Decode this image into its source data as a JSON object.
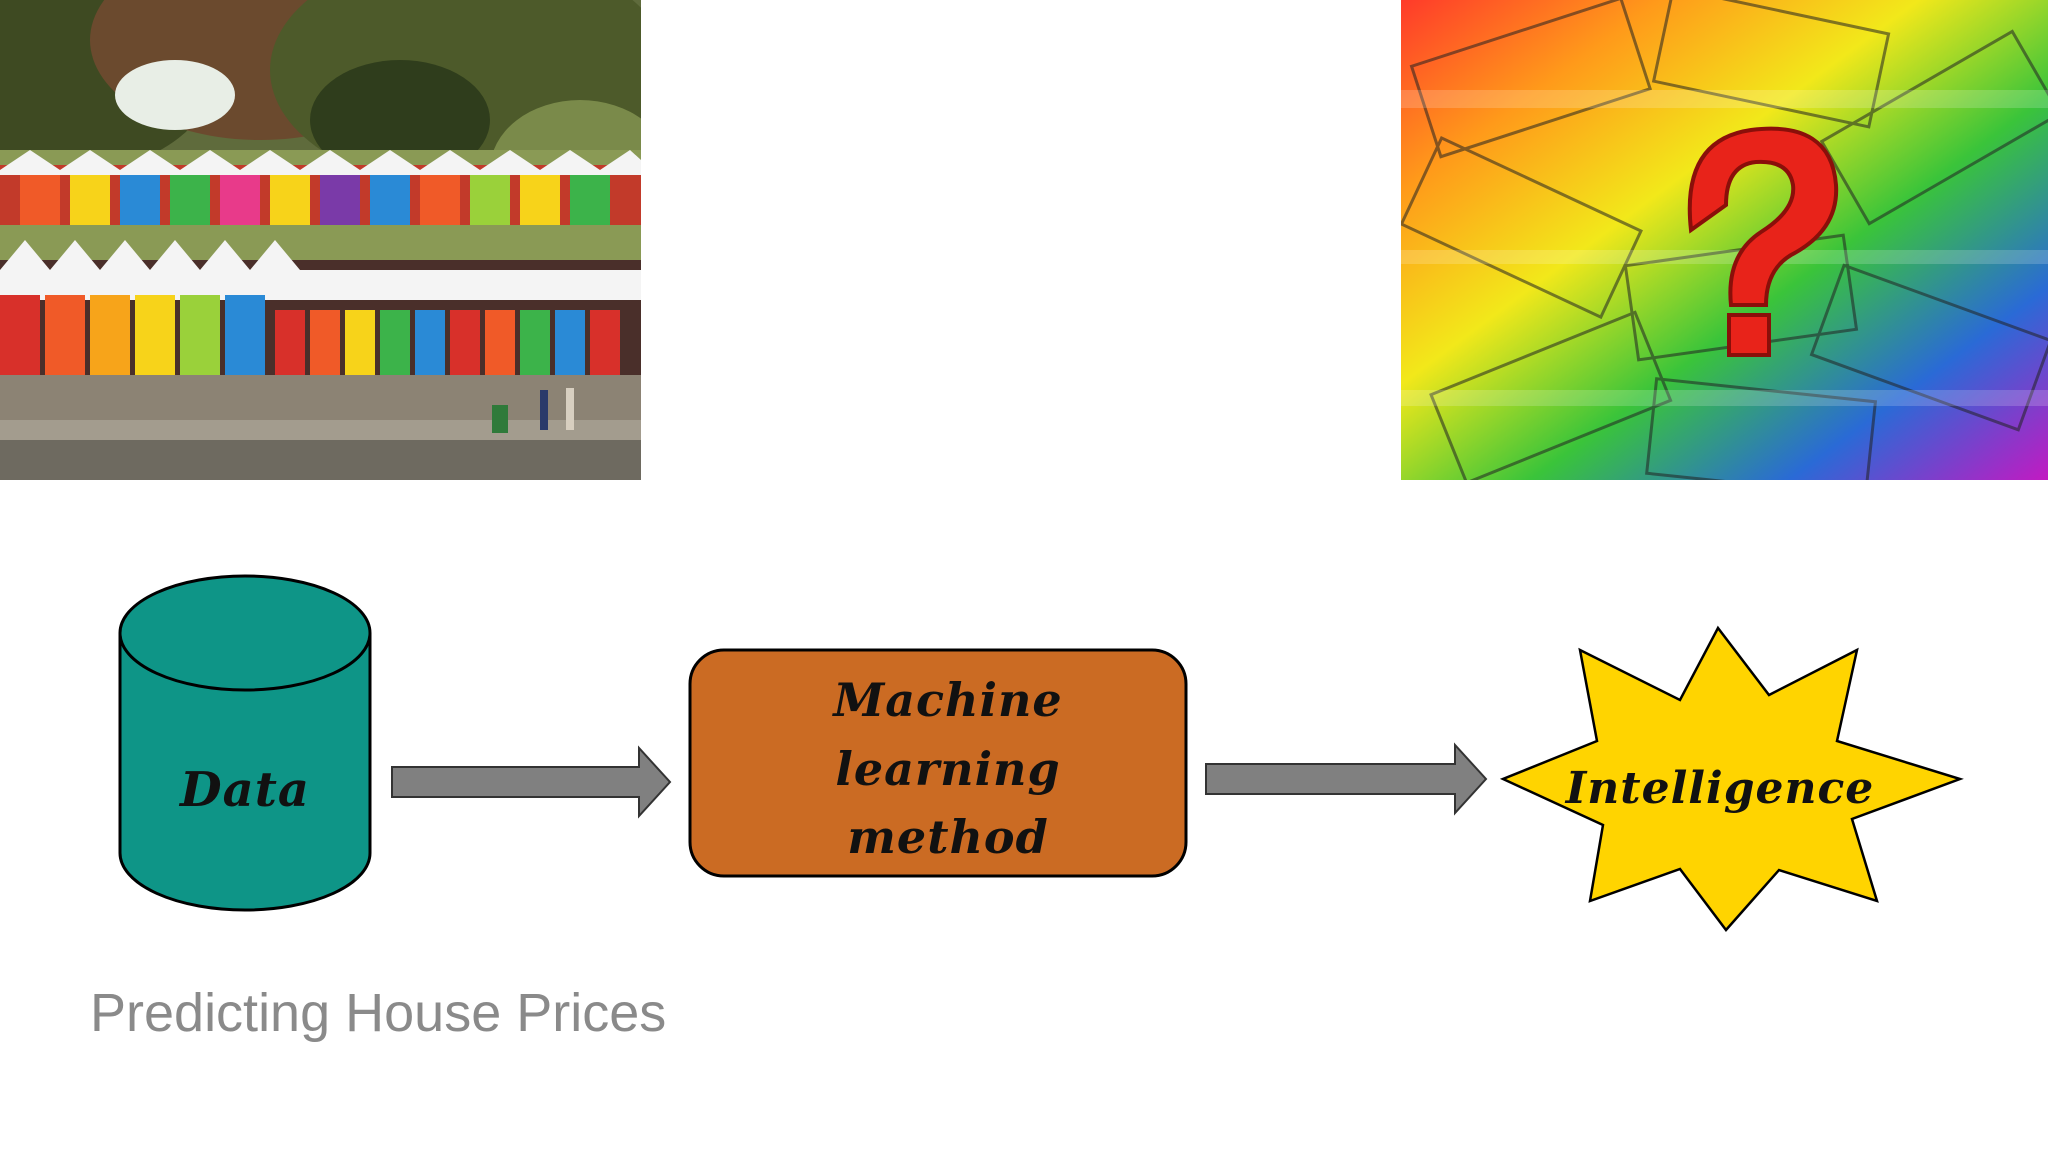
{
  "images": {
    "houses": {
      "description_icon": "colorful-beach-huts-photo"
    },
    "money": {
      "description_icon": "dollar-bills-question-mark-photo"
    }
  },
  "diagram": {
    "nodes": [
      {
        "id": "data",
        "shape": "cylinder",
        "label": "Data",
        "color": "#0e9587"
      },
      {
        "id": "ml",
        "shape": "rounded-rectangle",
        "label_lines": [
          "Machine",
          "learning",
          "method"
        ],
        "color": "#cb6b23"
      },
      {
        "id": "intelligence",
        "shape": "starburst",
        "label": "Intelligence",
        "color": "#ffd400"
      }
    ],
    "arrow_color": "#808080"
  },
  "caption": "Predicting House Prices"
}
